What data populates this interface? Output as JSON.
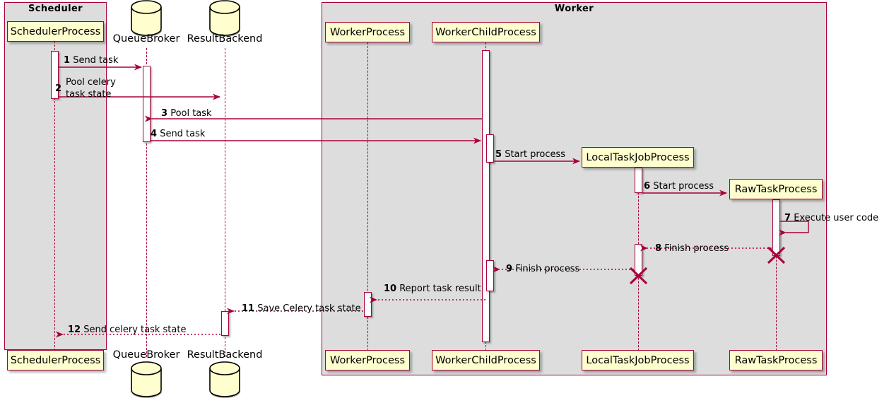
{
  "diagram": {
    "type": "sequence-diagram",
    "colors": {
      "line": "#A80036",
      "participant_fill": "#FEFECE",
      "group_fill": "#DDDDDD",
      "text": "#000000",
      "background": "#FFFFFF"
    },
    "groups": [
      {
        "id": "scheduler",
        "title": "Scheduler"
      },
      {
        "id": "worker",
        "title": "Worker"
      }
    ],
    "participants": [
      {
        "id": "schedulerprocess",
        "label": "SchedulerProcess",
        "shape": "participant",
        "group": "scheduler"
      },
      {
        "id": "queuebroker",
        "label": "QueueBroker",
        "shape": "database",
        "group": null
      },
      {
        "id": "resultbackend",
        "label": "ResultBackend",
        "shape": "database",
        "group": null
      },
      {
        "id": "workerprocess",
        "label": "WorkerProcess",
        "shape": "participant",
        "group": "worker"
      },
      {
        "id": "workerchildprocess",
        "label": "WorkerChildProcess",
        "shape": "participant",
        "group": "worker"
      },
      {
        "id": "localtaskjobprocess",
        "label": "LocalTaskJobProcess",
        "shape": "participant",
        "group": "worker"
      },
      {
        "id": "rawtaskprocess",
        "label": "RawTaskProcess",
        "shape": "participant",
        "group": "worker"
      }
    ],
    "messages": [
      {
        "number": "1",
        "text": "Send task",
        "from": "schedulerprocess",
        "to": "queuebroker",
        "style": "solid",
        "direction": "right"
      },
      {
        "number": "2",
        "text": "Pool celery task state",
        "from": "schedulerprocess",
        "to": "resultbackend",
        "style": "solid",
        "direction": "right"
      },
      {
        "number": "3",
        "text": "Pool task",
        "from": "workerchildprocess",
        "to": "queuebroker",
        "style": "solid",
        "direction": "left"
      },
      {
        "number": "4",
        "text": "Send task",
        "from": "queuebroker",
        "to": "workerchildprocess",
        "style": "solid",
        "direction": "right"
      },
      {
        "number": "5",
        "text": "Start process",
        "from": "workerchildprocess",
        "to": "localtaskjobprocess",
        "style": "solid",
        "direction": "right"
      },
      {
        "number": "6",
        "text": "Start process",
        "from": "localtaskjobprocess",
        "to": "rawtaskprocess",
        "style": "solid",
        "direction": "right"
      },
      {
        "number": "7",
        "text": "Execute user code",
        "from": "rawtaskprocess",
        "to": "rawtaskprocess",
        "style": "solid",
        "direction": "self"
      },
      {
        "number": "8",
        "text": "Finish process",
        "from": "rawtaskprocess",
        "to": "localtaskjobprocess",
        "style": "dotted",
        "direction": "left"
      },
      {
        "number": "9",
        "text": "Finish process",
        "from": "localtaskjobprocess",
        "to": "workerchildprocess",
        "style": "dotted",
        "direction": "left"
      },
      {
        "number": "10",
        "text": "Report task result",
        "from": "workerchildprocess",
        "to": "workerprocess",
        "style": "dotted",
        "direction": "left"
      },
      {
        "number": "11",
        "text": "Save Celery task state",
        "from": "workerprocess",
        "to": "resultbackend",
        "style": "dotted",
        "direction": "left"
      },
      {
        "number": "12",
        "text": "Send celery task state",
        "from": "resultbackend",
        "to": "schedulerprocess",
        "style": "dotted",
        "direction": "left"
      }
    ],
    "message_labels": {
      "m1": {
        "num": "1",
        "text": "Send task"
      },
      "m2": {
        "num": "2",
        "text_line1": "Pool celery",
        "text_line2": "task state"
      },
      "m3": {
        "num": "3",
        "text": "Pool task"
      },
      "m4": {
        "num": "4",
        "text": "Send task"
      },
      "m5": {
        "num": "5",
        "text": "Start process"
      },
      "m6": {
        "num": "6",
        "text": "Start process"
      },
      "m7": {
        "num": "7",
        "text": "Execute user code"
      },
      "m8": {
        "num": "8",
        "text": "Finish process"
      },
      "m9": {
        "num": "9",
        "text": "Finish process"
      },
      "m10": {
        "num": "10",
        "text": "Report task result"
      },
      "m11": {
        "num": "11",
        "text": "Save Celery task state"
      },
      "m12": {
        "num": "12",
        "text": "Send celery task state"
      }
    },
    "destroyed_participants": [
      "localtaskjobprocess",
      "rawtaskprocess"
    ]
  }
}
